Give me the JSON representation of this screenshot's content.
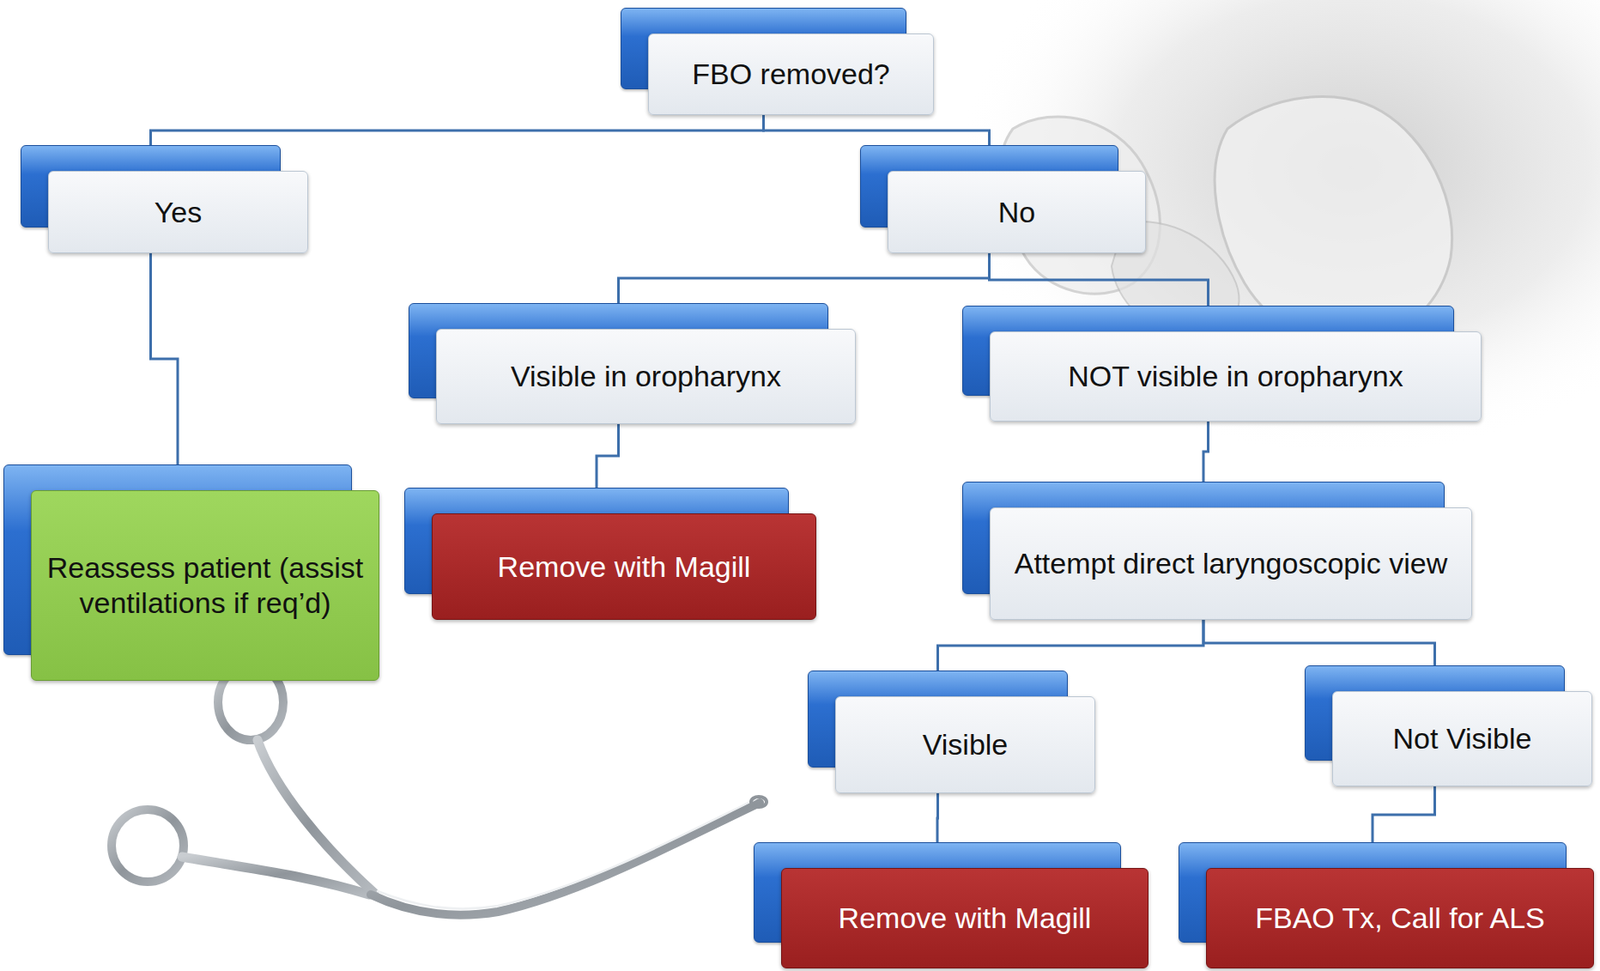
{
  "diagram": {
    "nodes": [
      {
        "text": [
          "FBO removed?"
        ]
      },
      {
        "text": [
          "Yes"
        ]
      },
      {
        "text": [
          "No"
        ]
      },
      {
        "text": [
          "Visible in oropharynx"
        ]
      },
      {
        "text": [
          "NOT visible in oropharynx"
        ]
      },
      {
        "text": [
          "Reassess patient (assist ventilations if req’d)"
        ]
      },
      {
        "text": [
          "Remove with Magill"
        ]
      },
      {
        "text": [
          "Attempt direct laryngoscopic view"
        ]
      },
      {
        "text": [
          "Visible"
        ]
      },
      {
        "text": [
          "Not Visible"
        ]
      },
      {
        "text": [
          "Remove with Magill"
        ]
      },
      {
        "text": [
          "FBAO Tx, Call for ALS"
        ]
      }
    ],
    "edges": [
      {
        "from": 0,
        "to": 1,
        "arrow": "none"
      },
      {
        "from": 0,
        "to": 2,
        "arrow": "none"
      },
      {
        "from": 1,
        "to": 5,
        "arrow": "none"
      },
      {
        "from": 2,
        "to": 3,
        "arrow": "none"
      },
      {
        "from": 2,
        "to": 4,
        "arrow": "none"
      },
      {
        "from": 3,
        "to": 6,
        "arrow": "none"
      },
      {
        "from": 4,
        "to": 7,
        "arrow": "none"
      },
      {
        "from": 7,
        "to": 8,
        "arrow": "none"
      },
      {
        "from": 7,
        "to": 9,
        "arrow": "none"
      },
      {
        "from": 8,
        "to": 10,
        "arrow": "none"
      },
      {
        "from": 9,
        "to": 11,
        "arrow": "none"
      }
    ]
  }
}
